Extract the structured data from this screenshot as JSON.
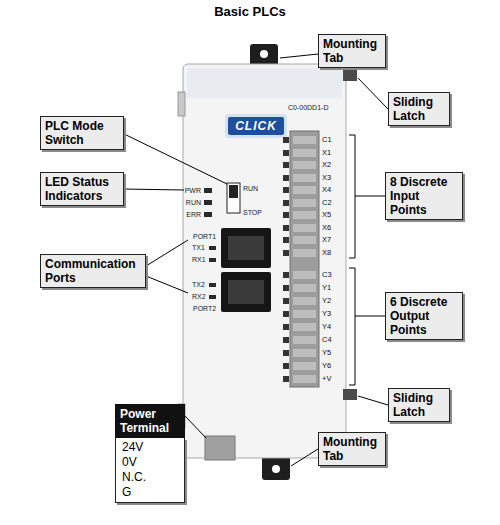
{
  "diagram": {
    "title": "Basic PLCs",
    "nodes": [
      {
        "text": [
          "Mounting Tab"
        ]
      },
      {
        "text": [
          "Sliding Latch"
        ]
      },
      {
        "text": [
          "PLC Mode Switch"
        ]
      },
      {
        "text": [
          "8 Discrete Input Points"
        ]
      },
      {
        "text": [
          "LED Status Indicators"
        ]
      },
      {
        "text": [
          "Communication Ports"
        ]
      },
      {
        "text": [
          "6 Discrete Output Points"
        ]
      },
      {
        "text": [
          "Sliding Latch"
        ]
      },
      {
        "text": [
          "Power Terminal",
          "24V",
          "0V",
          "N.C.",
          "G"
        ]
      },
      {
        "text": [
          "Mounting Tab"
        ]
      }
    ],
    "labels": [
      "CLICK",
      "C0-00DD1-D",
      "PWR",
      "RUN",
      "ERR",
      "RUN",
      "STOP",
      "PORT1",
      "TX1",
      "RX1",
      "TX2",
      "RX2",
      "PORT2",
      "C1",
      "X1",
      "X2",
      "X3",
      "X4",
      "C2",
      "X5",
      "X6",
      "X7",
      "X8",
      "C3",
      "Y1",
      "Y2",
      "Y3",
      "Y4",
      "C4",
      "Y5",
      "Y6",
      "+V"
    ]
  }
}
